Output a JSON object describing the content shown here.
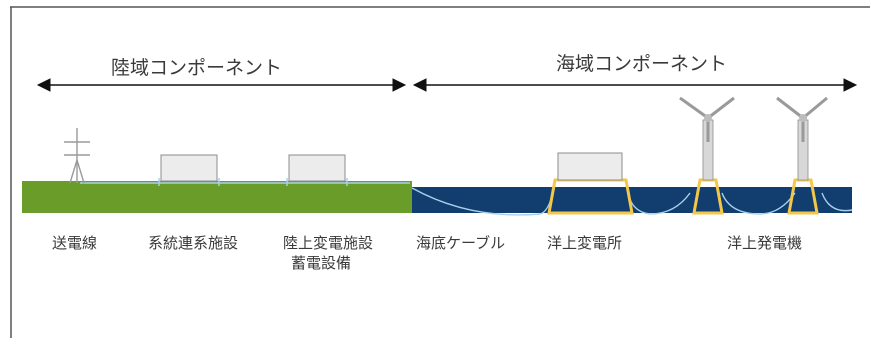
{
  "regions": {
    "land": {
      "title": "陸域コンポーネント"
    },
    "sea": {
      "title": "海域コンポーネント"
    }
  },
  "labels": {
    "transmission_line": "送電線",
    "grid_connection": "系統連系施設",
    "onshore_substation_1": "陸上変電施設",
    "onshore_substation_2": "蓄電設備",
    "subsea_cable": "海底ケーブル",
    "offshore_substation": "洋上変電所",
    "offshore_turbine": "洋上発電機"
  },
  "colors": {
    "land": "#6a9c2a",
    "sea": "#123d6f",
    "cable": "#a8d0ea",
    "foundation": "#f3c84a",
    "building_fill": "#ececec",
    "building_stroke": "#8c8c8c"
  }
}
